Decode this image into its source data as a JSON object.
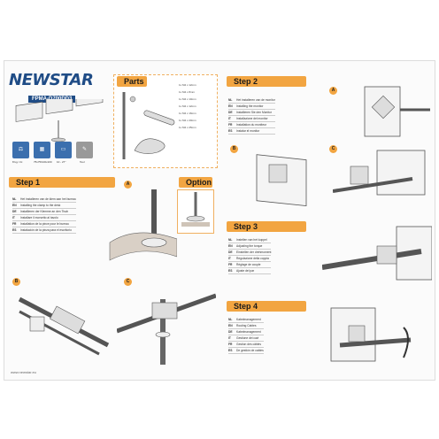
{
  "brand": {
    "name": "NEWSTAR",
    "model": "FPMA-D700DD3",
    "website": "www.newstar.eu"
  },
  "specs": [
    {
      "icon": "weight-icon",
      "label": "8 kg / 2x"
    },
    {
      "icon": "vesa-icon",
      "label": "75x75/100x100"
    },
    {
      "icon": "screen-size-icon",
      "label": "10 - 27\""
    },
    {
      "icon": "tool-icon",
      "label": "Tool"
    }
  ],
  "parts": {
    "title": "Parts",
    "items": [
      {
        "qty": "1x",
        "label": "M4 x 12mm"
      },
      {
        "qty": "1x",
        "label": "M4 x 8mm"
      },
      {
        "qty": "1x",
        "label": "M4 x 10mm"
      },
      {
        "qty": "1x",
        "label": "M4 x 12mm"
      },
      {
        "qty": "1x",
        "label": "M4 x 16mm"
      },
      {
        "qty": "1x",
        "label": "M4 x 20mm"
      },
      {
        "qty": "1x",
        "label": "M4 x 25mm"
      }
    ]
  },
  "step1": {
    "title": "Step 1",
    "option": "Option",
    "labels": [
      "A",
      "B",
      "C"
    ],
    "langs": [
      {
        "code": "NL",
        "text": "Het installeren van de klem aan het bureau"
      },
      {
        "code": "EN",
        "text": "Installing the clamp to the desk"
      },
      {
        "code": "DE",
        "text": "Installieren der Klemme an den Tisch"
      },
      {
        "code": "IT",
        "text": "Installare il morsetto al tavolo"
      },
      {
        "code": "FR",
        "text": "Installation de la pince pour le bureau"
      },
      {
        "code": "ES",
        "text": "Instalación de la pinza para el escritorio"
      }
    ]
  },
  "step2": {
    "title": "Step 2",
    "labels": [
      "A",
      "B",
      "C"
    ],
    "langs": [
      {
        "code": "NL",
        "text": "Het installeren van de monitor"
      },
      {
        "code": "EN",
        "text": "Installing the monitor"
      },
      {
        "code": "DE",
        "text": "Installieren Sie den Monitor"
      },
      {
        "code": "IT",
        "text": "Installazione del monitor"
      },
      {
        "code": "FR",
        "text": "Installation du moniteur"
      },
      {
        "code": "ES",
        "text": "Instalar el monitor"
      }
    ]
  },
  "step3": {
    "title": "Step 3",
    "langs": [
      {
        "code": "NL",
        "text": "Instellen van het koppel"
      },
      {
        "code": "EN",
        "text": "Adjusting the torque"
      },
      {
        "code": "DE",
        "text": "Einstellen der drehmoment"
      },
      {
        "code": "IT",
        "text": "Regolazione della coppia"
      },
      {
        "code": "FR",
        "text": "Réglage de couple"
      },
      {
        "code": "ES",
        "text": "Ajuste del par"
      }
    ]
  },
  "step4": {
    "title": "Step 4",
    "langs": [
      {
        "code": "NL",
        "text": "Kabelmanagement"
      },
      {
        "code": "EN",
        "text": "Routing Cables"
      },
      {
        "code": "DE",
        "text": "Kabelmanagement"
      },
      {
        "code": "IT",
        "text": "Gestione dei cavi"
      },
      {
        "code": "FR",
        "text": "Gestion des câbles"
      },
      {
        "code": "ES",
        "text": "De gestión de cables"
      }
    ]
  },
  "colors": {
    "accent": "#f2a541",
    "brand": "#1f4c86"
  }
}
